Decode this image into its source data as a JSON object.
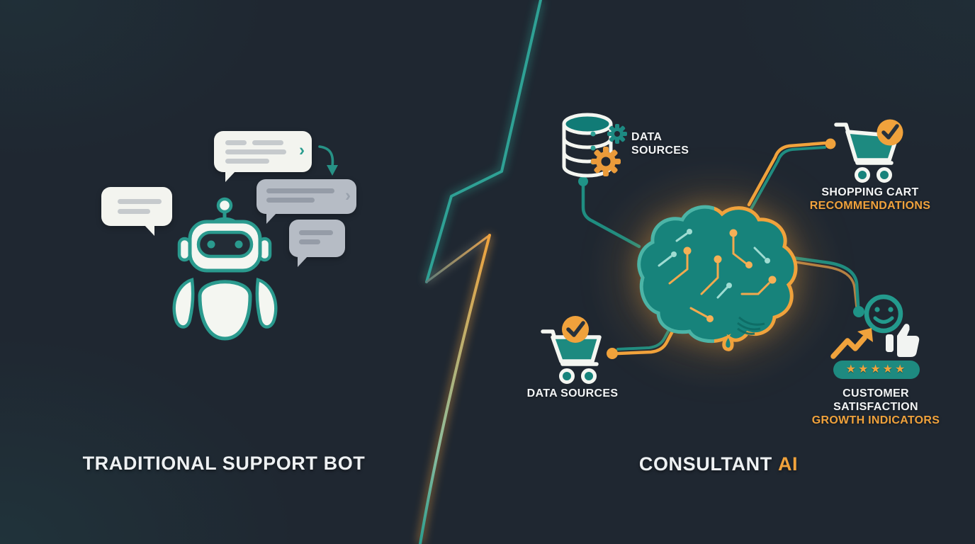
{
  "left": {
    "title": "TRADITIONAL SUPPORT BOT"
  },
  "right": {
    "title": "CONSULTANT",
    "title_accent": "AI",
    "data_sources_top": {
      "line1": "DATA",
      "line2": "SOURCES"
    },
    "shopping_cart": {
      "line1": "SHOPPING CART",
      "line2": "RECOMMENDATIONS"
    },
    "data_sources_bottom": {
      "label": "DATA SOURCES"
    },
    "satisfaction": {
      "line1": "CUSTOMER",
      "line2": "SATISFACTION",
      "line3": "GROWTH INDICATORS",
      "stars": "★★★★★"
    }
  },
  "icons": {
    "chevron": "›"
  },
  "colors": {
    "background": "#1f2731",
    "teal": "#2a9d8f",
    "teal_deep": "#117b76",
    "orange": "#f0a23c",
    "white": "#f3f4ef",
    "bubble_gray": "#b6bcc5"
  }
}
